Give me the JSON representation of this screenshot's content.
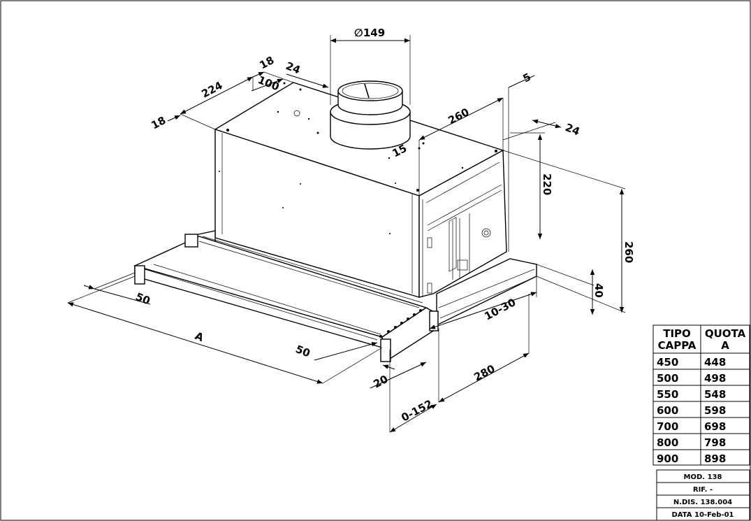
{
  "dimensions": {
    "duct_diameter": "∅149",
    "d18_top": "18",
    "d24_top": "24",
    "d224": "224",
    "d100": "100",
    "d18_left": "18",
    "d260_top": "260",
    "d5": "5",
    "d24_right": "24",
    "d15": "15",
    "d220": "220",
    "d260_right": "260",
    "d40": "40",
    "d10_30": "10-30",
    "d50_left": "50",
    "dA": "A",
    "d50_front": "50",
    "d20": "20",
    "d280": "280",
    "d0_152": "0-152"
  },
  "table": {
    "headers": [
      [
        "TIPO",
        "CAPPA"
      ],
      [
        "QUOTA",
        "A"
      ]
    ],
    "rows": [
      [
        "450",
        "448"
      ],
      [
        "500",
        "498"
      ],
      [
        "550",
        "548"
      ],
      [
        "600",
        "598"
      ],
      [
        "700",
        "698"
      ],
      [
        "800",
        "798"
      ],
      [
        "900",
        "898"
      ]
    ]
  },
  "title_block": {
    "mod": "MOD. 138",
    "rif": "RIF. -",
    "ndis": "N.DIS. 138.004",
    "data": "DATA 10-Feb-01"
  }
}
